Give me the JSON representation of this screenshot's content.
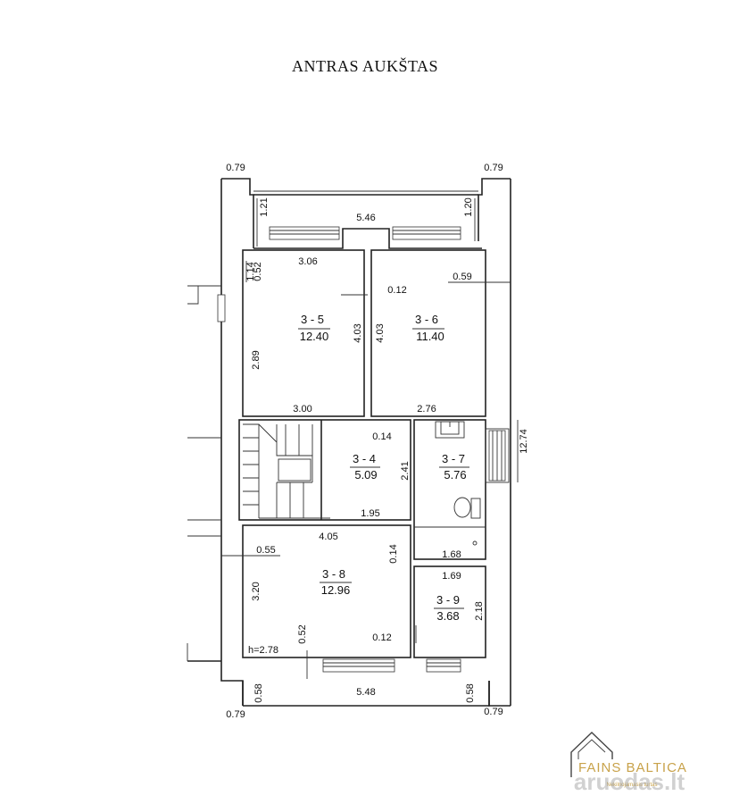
{
  "title": "ANTRAS AUKŠTAS",
  "rooms": [
    {
      "id": "3 - 5",
      "area": "12.40"
    },
    {
      "id": "3 - 6",
      "area": "11.40"
    },
    {
      "id": "3 - 4",
      "area": "5.09"
    },
    {
      "id": "3 - 7",
      "area": "5.76"
    },
    {
      "id": "3 - 8",
      "area": "12.96"
    },
    {
      "id": "3 - 9",
      "area": "3.68"
    }
  ],
  "dims": {
    "top_left": "0.79",
    "top_right": "0.79",
    "bottom_left": "0.79",
    "bottom_right": "0.79",
    "balcony_width": "5.46",
    "balcony_left": "1.21",
    "balcony_right": "1.20",
    "r35_width": "3.06",
    "r35_small_a": "1.14",
    "r35_small_b": "0.52",
    "r35_height": "2.89",
    "r35_inner": "4.03",
    "r35_bottom": "3.00",
    "r36_inner": "4.03",
    "partition": "0.12",
    "r36_wall": "0.59",
    "r36_bottom": "2.76",
    "total_height": "12.74",
    "r34_top": "0.14",
    "r34_side": "2.41",
    "r34_bottom": "1.95",
    "r37_bottom": "1.68",
    "r39_top": "1.69",
    "r39_side": "2.18",
    "r38_top": "4.05",
    "r38_wall": "0.55",
    "r38_side_wall": "0.14",
    "r38_height": "3.20",
    "r38_window": "0.52",
    "r38_partition": "0.12",
    "ceiling": "h=2.78",
    "bottom_width": "5.48",
    "bottom_left_wall": "0.58",
    "bottom_right_wall": "0.58"
  },
  "watermark": {
    "brand": "FAINS BALTICA",
    "tagline": "Nekilnojamasis turtas",
    "site": "aruodas.lt"
  },
  "colors": {
    "line": "#222222",
    "brand": "#c8a24a",
    "watermark_gray": "#9a9a9a"
  }
}
